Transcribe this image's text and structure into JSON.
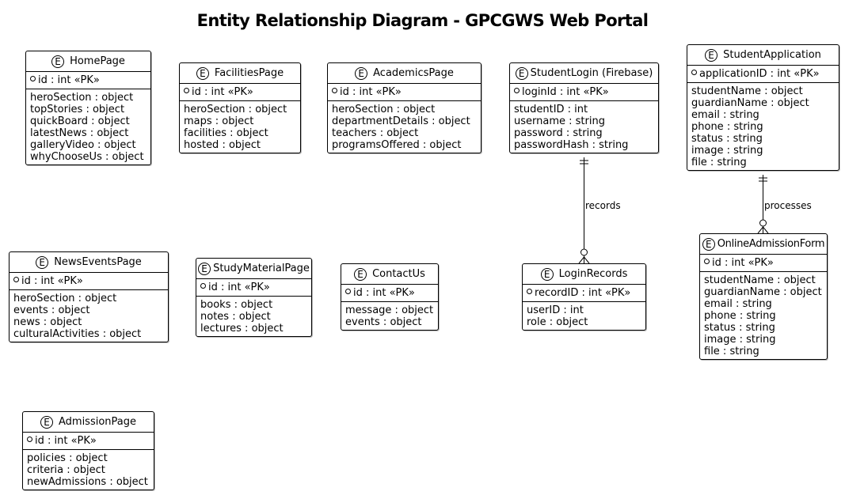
{
  "title": "Entity Relationship Diagram - GPCGWS Web Portal",
  "badge": "E",
  "entities": {
    "homepage": {
      "name": "HomePage",
      "pk": "id : int «PK»",
      "attributes": [
        "heroSection : object",
        "topStories : object",
        "quickBoard : object",
        "latestNews : object",
        "galleryVideo : object",
        "whyChooseUs : object"
      ]
    },
    "facilities": {
      "name": "FacilitiesPage",
      "pk": "id : int «PK»",
      "attributes": [
        "heroSection : object",
        "maps : object",
        "facilities : object",
        "hosted : object"
      ]
    },
    "academics": {
      "name": "AcademicsPage",
      "pk": "id : int «PK»",
      "attributes": [
        "heroSection : object",
        "departmentDetails : object",
        "teachers : object",
        "programsOffered : object"
      ]
    },
    "studentlogin": {
      "name": "StudentLogin (Firebase)",
      "pk": "loginId : int «PK»",
      "attributes": [
        "studentID : int",
        "username : string",
        "password : string",
        "passwordHash : string"
      ]
    },
    "studentapplication": {
      "name": "StudentApplication",
      "pk": "applicationID : int «PK»",
      "attributes": [
        "studentName : object",
        "guardianName : object",
        "email : string",
        "phone : string",
        "status : string",
        "image : string",
        "file : string"
      ]
    },
    "newsevents": {
      "name": "NewsEventsPage",
      "pk": "id : int «PK»",
      "attributes": [
        "heroSection : object",
        "events : object",
        "news : object",
        "culturalActivities : object"
      ]
    },
    "studymaterial": {
      "name": "StudyMaterialPage",
      "pk": "id : int «PK»",
      "attributes": [
        "books : object",
        "notes : object",
        "lectures : object"
      ]
    },
    "contactus": {
      "name": "ContactUs",
      "pk": "id : int «PK»",
      "attributes": [
        "message : object",
        "events : object"
      ]
    },
    "loginrecords": {
      "name": "LoginRecords",
      "pk": "recordID : int «PK»",
      "attributes": [
        "userID : int",
        "role : object"
      ]
    },
    "onlineadmission": {
      "name": "OnlineAdmissionForm",
      "pk": "id : int «PK»",
      "attributes": [
        "studentName : object",
        "guardianName : object",
        "email : string",
        "phone : string",
        "status : string",
        "image : string",
        "file : string"
      ]
    },
    "admission": {
      "name": "AdmissionPage",
      "pk": "id : int «PK»",
      "attributes": [
        "policies : object",
        "criteria : object",
        "newAdmissions : object"
      ]
    }
  },
  "relationships": [
    {
      "label": "records"
    },
    {
      "label": "processes"
    }
  ]
}
